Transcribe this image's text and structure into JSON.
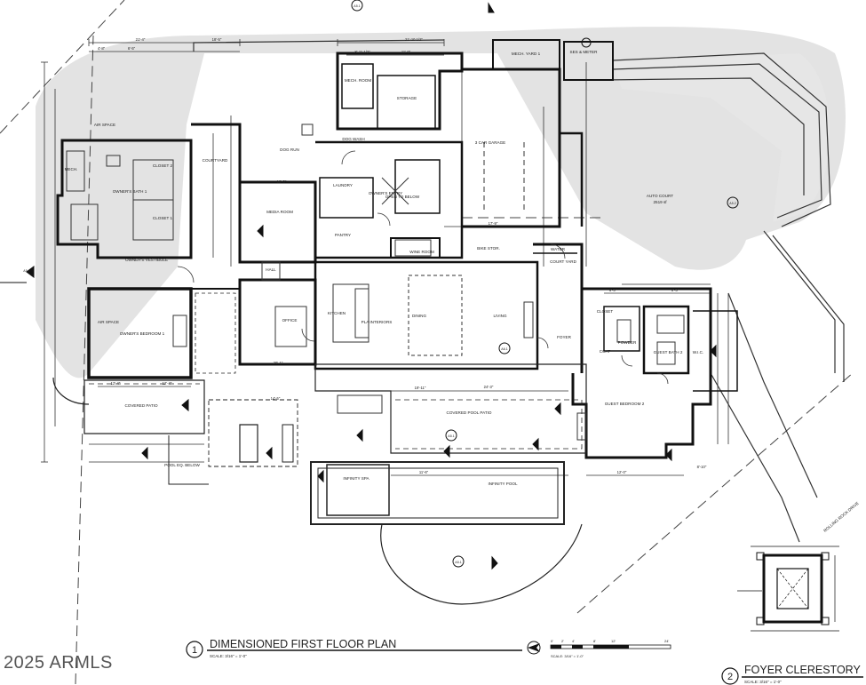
{
  "rooms": {
    "mech_yard": "MECH. YARD 1",
    "ses_meter": "SES & METER",
    "mech_room": "MECH. ROOM",
    "storage": "STORAGE",
    "dog_run": "DOG RUN",
    "dog_wash": "DOG WASH",
    "courtyard": "COURTYARD",
    "garage": "3 CAR GARAGE",
    "auto_court": "AUTO COURT",
    "auto_court_area": "2519 sf",
    "mech": "MECH.",
    "air_space_top": "AIR SPACE",
    "closet_2": "CLOSET 2",
    "closet_1": "CLOSET 1",
    "owners_bath": "OWNER'S BATH 1",
    "laundry": "LAUNDRY",
    "owners_entry": "OWNER'S ENTRY",
    "open_to_below": "OPEN TO BELOW",
    "media_room": "MEDIA ROOM",
    "pantry": "PANTRY",
    "wine_room": "WINE ROOM",
    "bike_stor": "BIKE STOR.",
    "water": "WATER",
    "court_yard": "COURT YARD",
    "owners_vestibule": "OWNER'S VESTIBULE",
    "hall": "HALL",
    "air_space_bed": "AIR SPACE",
    "owners_bedroom": "OWNER'S BEDROOM 1",
    "office": "OFFICE",
    "kitchen": "KITCHEN",
    "pla_interiors": "PLA INTERIORS",
    "dining": "DINING",
    "living": "LIVING",
    "foyer": "FOYER",
    "closet": "CLOSET",
    "powder": "POWDER",
    "coat": "COAT",
    "guest_bath": "GUEST BATH 2",
    "wic": "W.I.C.",
    "guest_bedroom": "GUEST BEDROOM 2",
    "covered_patio": "COVERED PATIO",
    "covered_pool_patio": "COVERED POOL PATIO",
    "pool_eq": "POOL EQ. BELOW",
    "infinity_spa": "INFINITY SPA",
    "infinity_pool": "INFINITY POOL",
    "rolling_rock": "ROLLING ROCK DRIVE"
  },
  "dims": {
    "d1": "21'-4\"",
    "d2": "18'-5\"",
    "d3": "4'-8\"",
    "d4": "6'-5\"",
    "d5": "8'-11 1/2\"",
    "d6": "21'-10 1/2\"",
    "d7": "11'-9\"",
    "d8": "12'-4\"",
    "d9": "12'-4\"",
    "d10": "18'-5\"",
    "d11": "20'-1\"",
    "d12": "19'-11\"",
    "d13": "24'-3\"",
    "d14": "11'-6\"",
    "d15": "12'-0\"",
    "d16": "17'-9\"",
    "d17": "6'-5\"",
    "d18": "8'-5\"",
    "d19": "14'-5\"",
    "d20": "8'-10\""
  },
  "tags": {
    "a5_1": "A5.1",
    "a5_2": "A5.2",
    "a6_1": "A6.1"
  },
  "title1": {
    "number": "1",
    "text": "DIMENSIONED FIRST FLOOR PLAN",
    "scale": "SCALE: 3/16\" = 1'-0\""
  },
  "title2": {
    "number": "2",
    "text": "FOYER CLERESTORY",
    "scale": "SCALE: 3/16\" = 1'-0\""
  },
  "scale_bar": {
    "label": "SCALE: 3/16\" = 1'-0\"",
    "ticks": [
      "0'",
      "2'",
      "4'",
      "8'",
      "12'",
      "24'"
    ]
  },
  "copyright": "2025 ARMLS"
}
